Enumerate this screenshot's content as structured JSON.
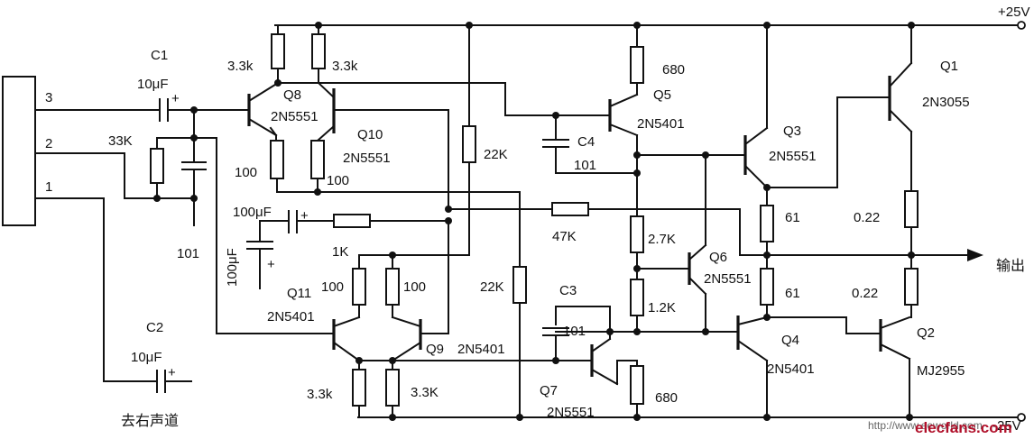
{
  "rails": {
    "positive": "+25V",
    "negative": "-25V"
  },
  "connector": {
    "pins": [
      "3",
      "2",
      "1"
    ]
  },
  "capacitors": {
    "c1": {
      "name": "C1",
      "value": "10μF",
      "plus": "+"
    },
    "c2": {
      "name": "C2",
      "value": "10μF",
      "plus": "+"
    },
    "c3": {
      "name": "C3",
      "value": "101"
    },
    "c4": {
      "name": "C4",
      "value": "101"
    },
    "input_101": "101",
    "fb_100u": "100μF",
    "fb_100u_plus": "+",
    "vert_100u": "100μF",
    "vert_100u_plus": "+"
  },
  "resistors": {
    "r33k": "33K",
    "r3k3_q8": "3.3k",
    "r3k3_q10": "3.3k",
    "r100_q8": "100",
    "r100_q10": "100",
    "r22k_top": "22K",
    "r22k_bottom": "22K",
    "r680_top": "680",
    "r680_bottom": "680",
    "r47k": "47K",
    "r2k7": "2.7K",
    "r1k2": "1.2K",
    "r1k": "1K",
    "r100_q11a": "100",
    "r100_q11b": "100",
    "r3k3_bl": "3.3k",
    "r3k3_br": "3.3K",
    "r61_top": "61",
    "r61_bottom": "61",
    "r022_top": "0.22",
    "r022_bottom": "0.22"
  },
  "transistors": {
    "q1": {
      "name": "Q1",
      "part": "2N3055"
    },
    "q2": {
      "name": "Q2",
      "part": "MJ2955"
    },
    "q3": {
      "name": "Q3",
      "part": "2N5551"
    },
    "q4": {
      "name": "Q4",
      "part": "2N5401"
    },
    "q5": {
      "name": "Q5",
      "part": "2N5401"
    },
    "q6": {
      "name": "Q6",
      "part": "2N5551"
    },
    "q7": {
      "name": "Q7",
      "part": "2N5551"
    },
    "q8": {
      "name": "Q8",
      "part": "2N5551"
    },
    "q9": {
      "name": "Q9",
      "part": "2N5401"
    },
    "q10": {
      "name": "Q10",
      "part": "2N5551"
    },
    "q11": {
      "name": "Q11",
      "part": "2N5401"
    }
  },
  "labels": {
    "output": "输出",
    "right_channel": "去右声道"
  },
  "watermark": {
    "url": "http://www.eeworld.com",
    "logo": "elecfans.com"
  }
}
